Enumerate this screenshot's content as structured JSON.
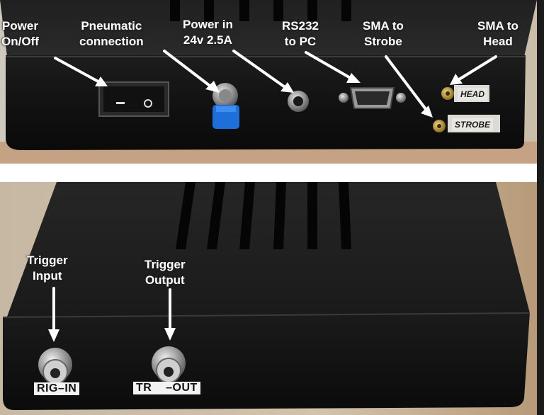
{
  "top_photo": {
    "callouts": {
      "power": "Power\nOn/Off",
      "pneumatic": "Pneumatic\nconnection",
      "power_in": "Power in\n24v 2.5A",
      "rs232": "RS232\nto PC",
      "sma_strobe": "SMA to\nStrobe",
      "sma_head": "SMA to\nHead"
    },
    "plates": {
      "head": "HEAD",
      "strobe": "STROBE"
    }
  },
  "bottom_photo": {
    "callouts": {
      "trigger_input": "Trigger\nInput",
      "trigger_output": "Trigger\nOutput"
    },
    "plates": {
      "trig_in": "RIG–IN",
      "trig_out": "TR    –OUT"
    }
  },
  "colors": {
    "case": "#141414",
    "bench": "#c9a98a",
    "wall": "#d9d4cc",
    "label_text": "#ffffff",
    "pneumatic_blue": "#1e6fd9"
  }
}
